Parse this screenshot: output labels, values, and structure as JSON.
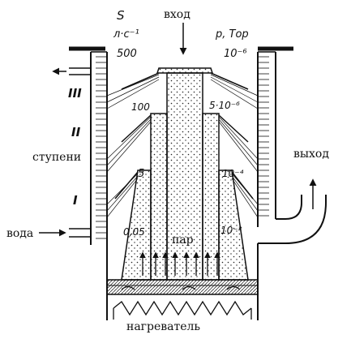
{
  "labels": {
    "inlet": "вход",
    "outlet": "выход",
    "water": "вода",
    "stages": "ступени",
    "vapor": "пар",
    "heater": "нагреватель"
  },
  "left_header": {
    "symbol": "S",
    "unit": "л·с⁻¹",
    "value": "500"
  },
  "right_header": {
    "symbol": "p, Тор",
    "value": "10⁻⁶"
  },
  "stage_numerals": [
    "III",
    "II",
    "I"
  ],
  "speeds": [
    "100",
    "5",
    "0,05"
  ],
  "pressures": [
    "5·10⁻⁶",
    "10⁻⁴",
    "10⁻²"
  ]
}
